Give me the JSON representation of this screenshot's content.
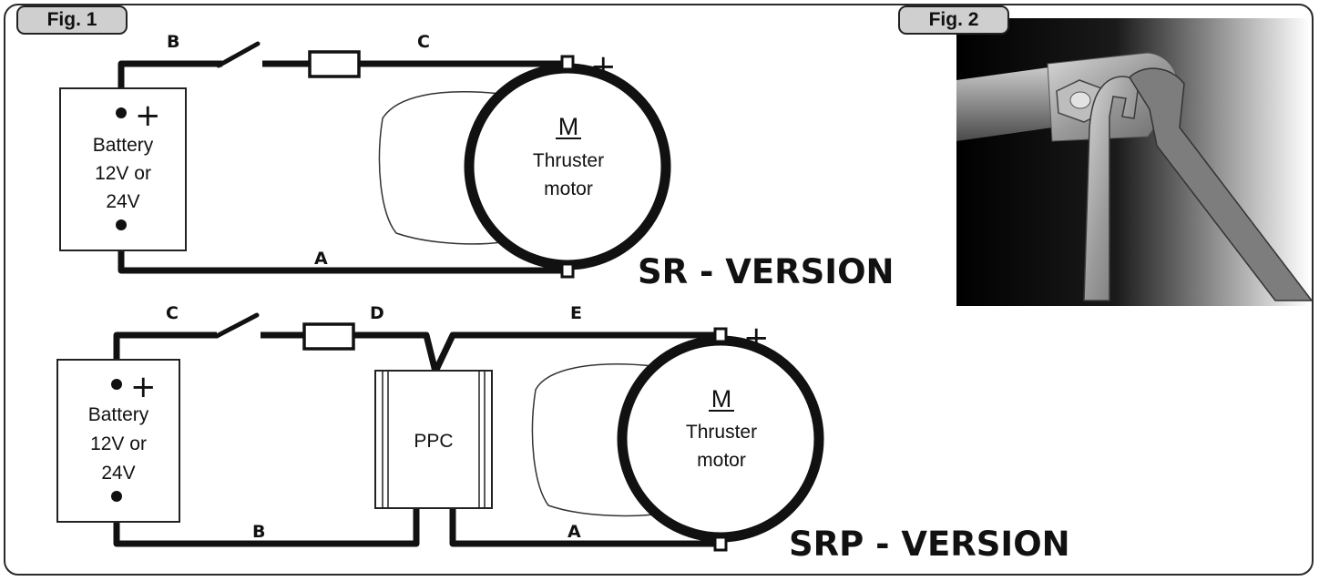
{
  "fig1": {
    "tab_label": "Fig. 1",
    "sr": {
      "wire_labels": {
        "top_left": "B",
        "top_right": "C",
        "bottom": "A"
      },
      "battery": {
        "plus": "+",
        "line1": "Battery",
        "line2": "12V or",
        "line3": "24V"
      },
      "motor": {
        "plus": "+",
        "letter": "M",
        "line1": "Thruster",
        "line2": "motor"
      },
      "version_title": "SR - VERSION"
    },
    "srp": {
      "wire_labels": {
        "top_left": "C",
        "top_mid": "D",
        "top_right": "E",
        "bottom_left": "B",
        "bottom_right": "A"
      },
      "battery": {
        "plus": "+",
        "line1": "Battery",
        "line2": "12V or",
        "line3": "24V"
      },
      "controller": {
        "label": "PPC"
      },
      "motor": {
        "plus": "+",
        "letter": "M",
        "line1": "Thruster",
        "line2": "motor"
      },
      "version_title": "SRP - VERSION"
    }
  },
  "fig2": {
    "tab_label": "Fig. 2",
    "illustration": "wrench-on-nut"
  }
}
